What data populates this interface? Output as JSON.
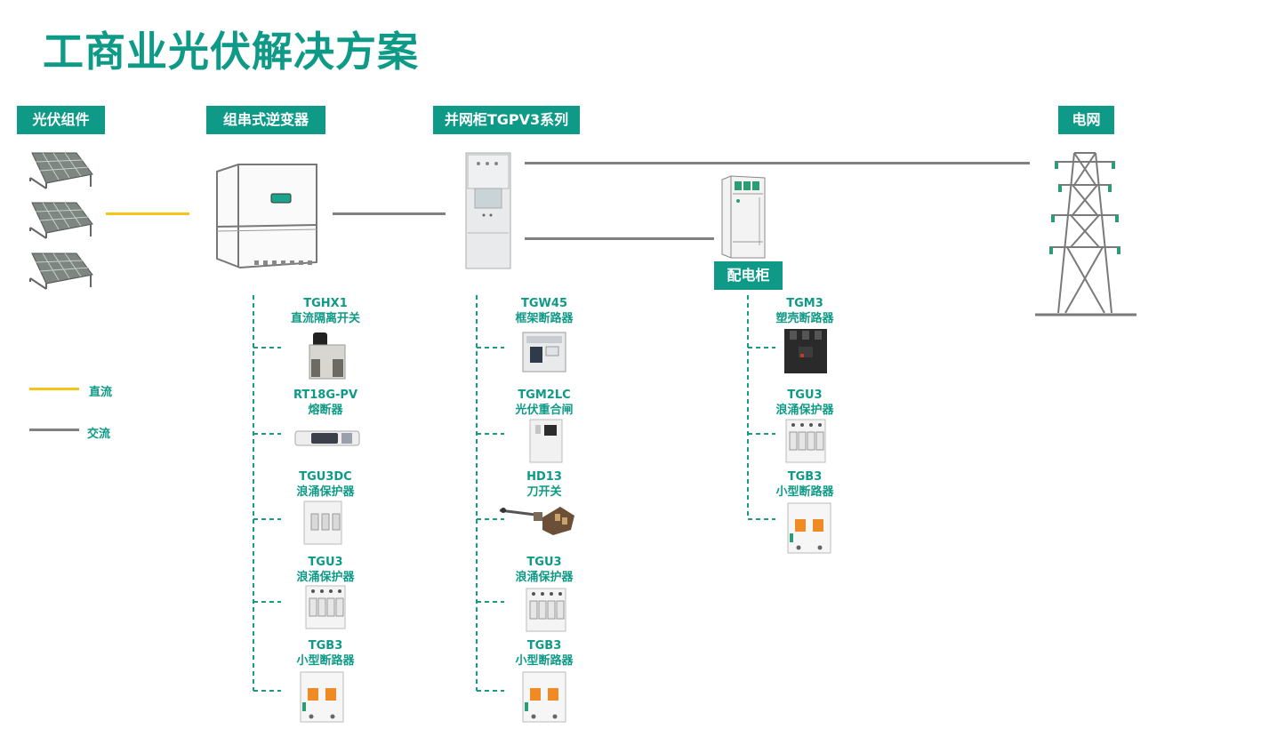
{
  "title": "工商业光伏解决方案",
  "headers": {
    "pv_modules": "光伏组件",
    "string_inverter": "组串式逆变器",
    "grid_cabinet": "并网柜TGPV3系列",
    "grid": "电网",
    "distribution_cabinet": "配电柜"
  },
  "legend": {
    "dc": "直流",
    "ac": "交流"
  },
  "colors": {
    "accent": "#0e9a86",
    "dc_line": "#f5c518",
    "ac_line": "#808080"
  },
  "inverter_branch": [
    {
      "model": "TGHX1",
      "name": "直流隔离开关"
    },
    {
      "model": "RT18G-PV",
      "name": "熔断器"
    },
    {
      "model": "TGU3DC",
      "name": "浪涌保护器"
    },
    {
      "model": "TGU3",
      "name": "浪涌保护器"
    },
    {
      "model": "TGB3",
      "name": "小型断路器"
    }
  ],
  "cabinet_branch": [
    {
      "model": "TGW45",
      "name": "框架断路器"
    },
    {
      "model": "TGM2LC",
      "name": "光伏重合闸"
    },
    {
      "model": "HD13",
      "name": "刀开关"
    },
    {
      "model": "TGU3",
      "name": "浪涌保护器"
    },
    {
      "model": "TGB3",
      "name": "小型断路器"
    }
  ],
  "distribution_branch": [
    {
      "model": "TGM3",
      "name": "塑壳断路器"
    },
    {
      "model": "TGU3",
      "name": "浪涌保护器"
    },
    {
      "model": "TGB3",
      "name": "小型断路器"
    }
  ]
}
